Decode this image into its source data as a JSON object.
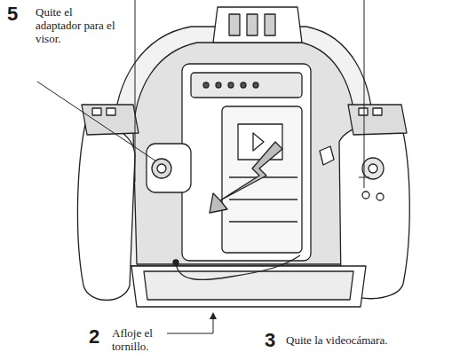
{
  "diagram": {
    "labels": [
      "5",
      "Quite el adaptador para el visor.",
      "2",
      "Afloje el tornillo.",
      "3",
      "Quite la videocámara."
    ]
  }
}
